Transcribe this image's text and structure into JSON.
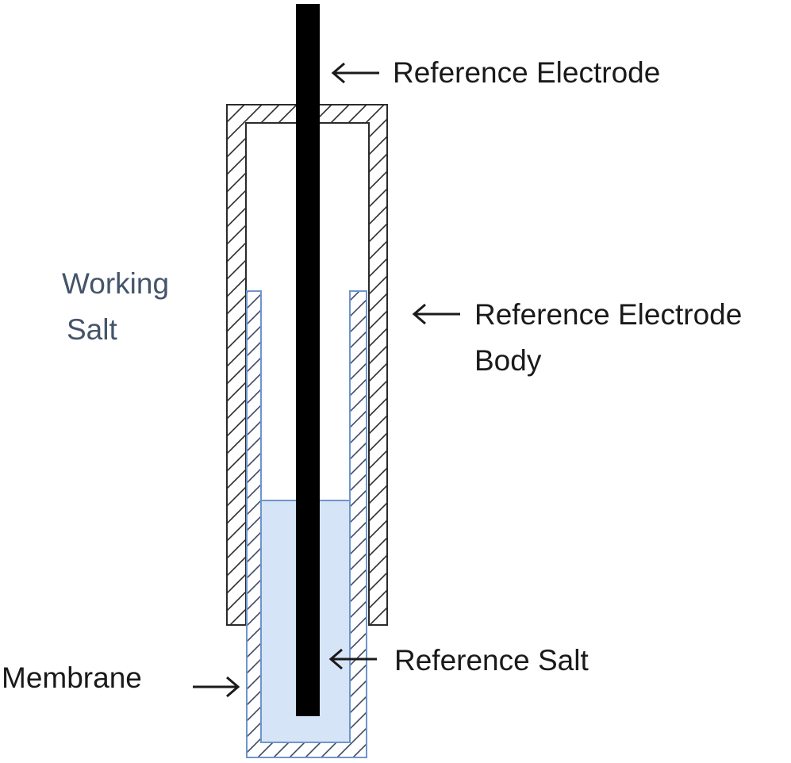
{
  "labels": {
    "reference_electrode": "Reference Electrode",
    "body_line1": "Reference Electrode",
    "body_line2": "Body",
    "working_salt_line1": "Working",
    "working_salt_line2": "Salt",
    "reference_salt": "Reference Salt",
    "membrane": "Membrane"
  },
  "colors": {
    "electrode": "#000000",
    "body_outline": "#2b2b2b",
    "membrane_outline": "#6f95cc",
    "reference_salt_fill": "#d6e4f7",
    "working_salt_text": "#44546a",
    "arrow": "#1a1a1a"
  }
}
